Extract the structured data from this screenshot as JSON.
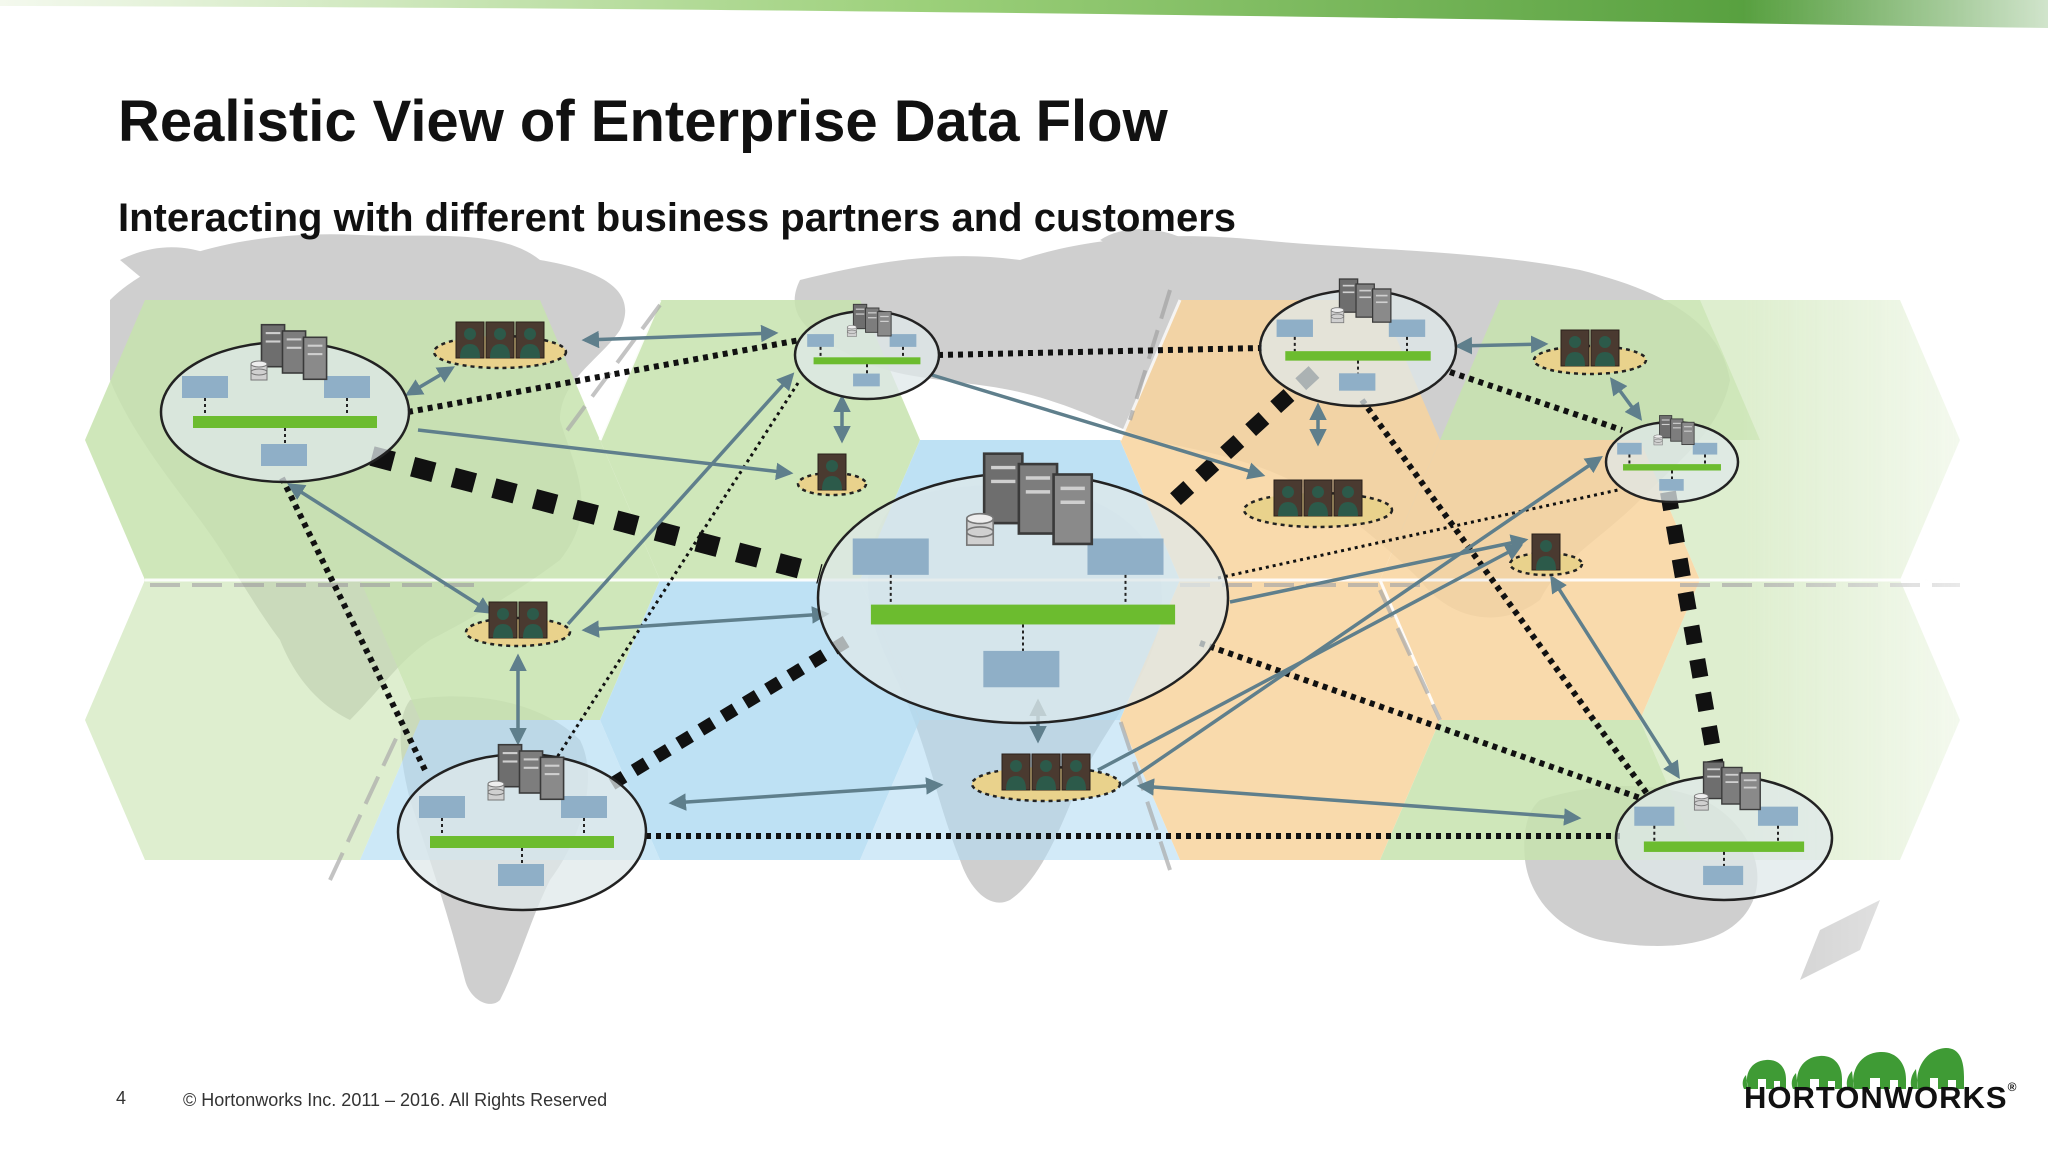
{
  "slide": {
    "title": "Realistic View of Enterprise Data Flow",
    "subtitle": "Interacting with different business partners and customers",
    "page_number": "4",
    "copyright": "© Hortonworks Inc. 2011 – 2016. All Rights Reserved"
  },
  "logo": {
    "text": "HORTONWORKS",
    "registered_mark": "®",
    "icon": "elephant-herd-logo"
  },
  "colors": {
    "top_bar_start": "#d8ecc0",
    "top_bar_end": "#3f8f2a",
    "region_green": "#c7e3ae",
    "region_blue": "#b3dcf3",
    "region_orange": "#f8d49d",
    "world_map": "#cfcfcf",
    "app_bus": "#6cbc2f",
    "app_box": "#8fafc7",
    "arrow": "#5f7f8c",
    "link_line": "#111111",
    "partner_pad": "#e9d28c"
  },
  "diagram": {
    "icons": {
      "data_center": "server-rack-icon",
      "database": "database-icon",
      "partner": "business-people-icon"
    },
    "data_centers": [
      {
        "id": "dc-west-us",
        "size": "medium"
      },
      {
        "id": "dc-europe-north",
        "size": "small"
      },
      {
        "id": "dc-central",
        "size": "large"
      },
      {
        "id": "dc-russia",
        "size": "medium"
      },
      {
        "id": "dc-east-asia",
        "size": "small"
      },
      {
        "id": "dc-south-america",
        "size": "medium"
      },
      {
        "id": "dc-australia",
        "size": "medium"
      }
    ],
    "partner_groups": [
      {
        "id": "partner-canada",
        "people": 3
      },
      {
        "id": "partner-europe",
        "people": 1
      },
      {
        "id": "partner-us-south",
        "people": 2
      },
      {
        "id": "partner-middle-east",
        "people": 3
      },
      {
        "id": "partner-china",
        "people": 2
      },
      {
        "id": "partner-south-asia",
        "people": 1
      },
      {
        "id": "partner-africa",
        "people": 3
      }
    ]
  }
}
